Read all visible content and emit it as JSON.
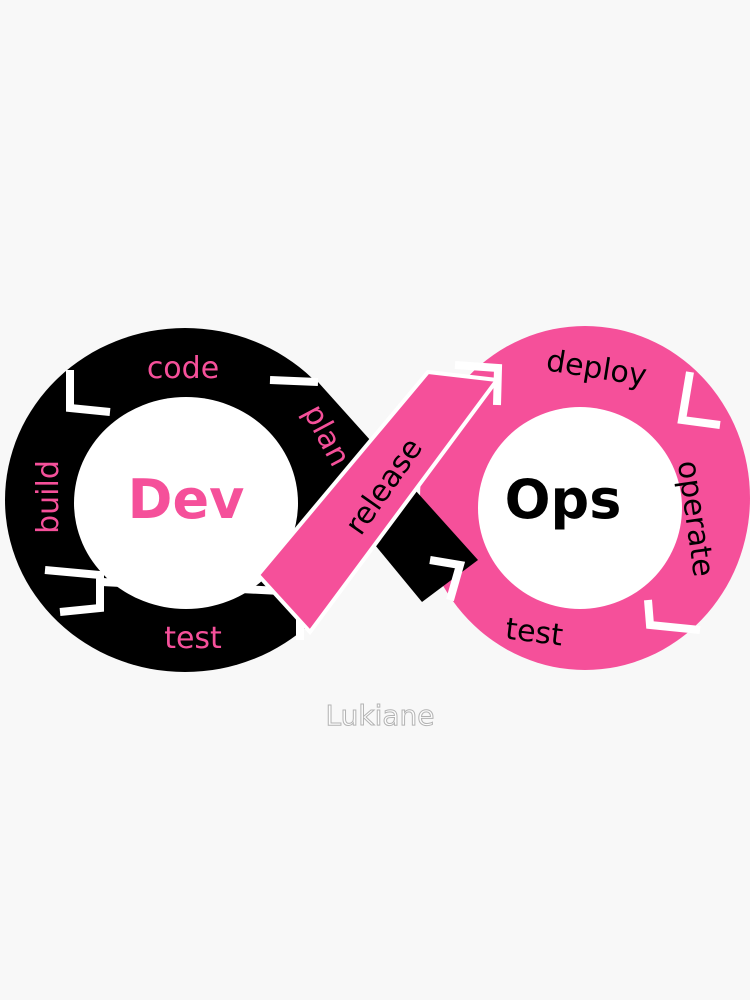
{
  "colors": {
    "background": "#f8f8f8",
    "pink": "#f5509a",
    "black": "#000000",
    "white": "#ffffff"
  },
  "dev": {
    "title": "Dev",
    "segments": [
      "code",
      "plan",
      "build",
      "test"
    ]
  },
  "ops": {
    "title": "Ops",
    "segments": [
      "deploy",
      "operate",
      "test"
    ]
  },
  "crossing": {
    "label": "release"
  },
  "watermark": "Lukiane"
}
